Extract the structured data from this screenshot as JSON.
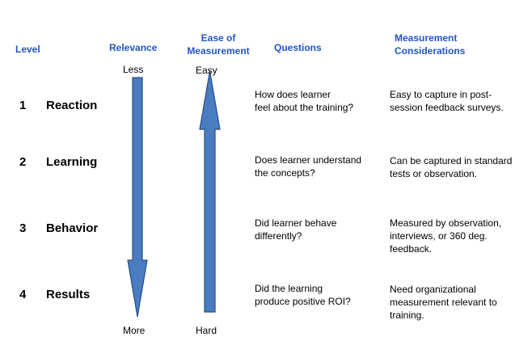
{
  "headers": {
    "level": "Level",
    "relevance": "Relevance",
    "ease": "Ease of\nMeasurement",
    "questions": "Questions",
    "measurement": "Measurement\nConsiderations"
  },
  "relevance_arrow": {
    "top_label": "Less",
    "bottom_label": "More",
    "direction": "down"
  },
  "ease_arrow": {
    "top_label": "Easy",
    "bottom_label": "Hard",
    "direction": "up"
  },
  "arrow_color": "#4a7cc0",
  "levels": [
    {
      "number": "1",
      "name": "Reaction",
      "question": "How does learner\nfeel about the training?",
      "measurement": "Easy to capture in post-\nsession feedback surveys."
    },
    {
      "number": "2",
      "name": "Learning",
      "question": "Does learner understand\nthe concepts?",
      "measurement": "Can be captured in standard\ntests or observation."
    },
    {
      "number": "3",
      "name": "Behavior",
      "question": "Did learner behave\ndifferently?",
      "measurement": "Measured by observation,\ninterviews, or 360 deg.\nfeedback."
    },
    {
      "number": "4",
      "name": "Results",
      "question": "Did the learning\nproduce positive ROI?",
      "measurement": "Need organizational\nmeasurement relevant to\ntraining."
    }
  ]
}
